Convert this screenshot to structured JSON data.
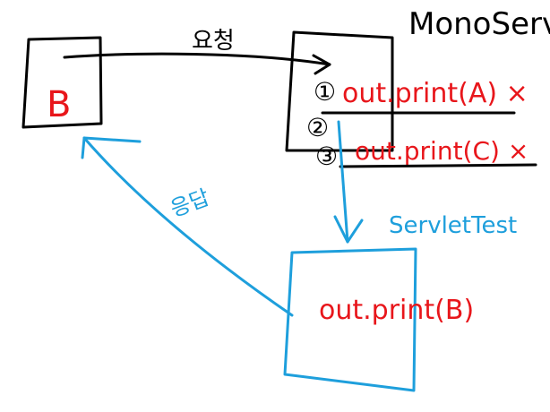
{
  "diagram": {
    "top_right_label": "MonoServlet",
    "request_label": "요청",
    "box_left_label": "B",
    "step_markers": [
      "①",
      "②",
      "③"
    ],
    "mono_lines": [
      "out.print(A) ×",
      "out.print(C) ×"
    ],
    "servlet_test_label": "ServletTest",
    "servlet_test_line": "out.print(B)",
    "response_label": "응답",
    "colors": {
      "black": "#000000",
      "red": "#e8161b",
      "blue": "#1e9fdc"
    }
  }
}
